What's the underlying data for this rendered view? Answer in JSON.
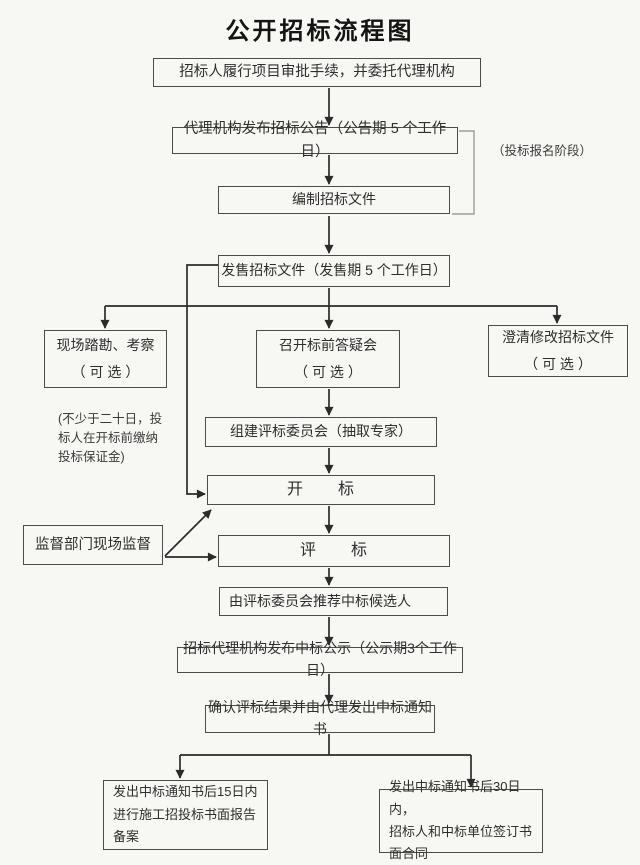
{
  "title": "公开招标流程图",
  "theme": {
    "bg": "#f7f7f4",
    "box-border": "#4c4c4c",
    "line": "#2b2b2b",
    "light-line": "#8d8d8d",
    "text": "#2e2e2e"
  },
  "flowchart": {
    "nodes": {
      "approval": "招标人履行项目审批手续，并委托代理机构",
      "announcement": "代理机构发布招标公告（公告期 5 个工作日）",
      "prepare_docs": "编制招标文件",
      "sell_docs": "发售招标文件（发售期 5 个工作日）",
      "site_visit": "现场踏勘、考察\n（ 可  选 ）",
      "qa_meeting": "召开标前答疑会\n（ 可  选 ）",
      "clarify_docs": "澄清修改招标文件\n（ 可  选 ）",
      "committee": "组建评标委员会（抽取专家）",
      "bid_opening": "开　　标",
      "supervision": "监督部门现场监督",
      "evaluation": "评　　标",
      "recommend": "由评标委员会推荐中标候选人",
      "publicity": "招标代理机构发布中标公示（公示期3个工作日）",
      "confirm_notice": "确认评标结果并由代理发出中标通知书",
      "filing": "发出中标通知书后15日内\n进行施工招投标书面报告\n备案",
      "contract": "发出中标通知书后30日内，\n招标人和中标单位签订书\n面合同"
    },
    "annotations": {
      "registration_phase": "（投标报名阶段）",
      "deposit_note": "(不少于二十日，投\n标人在开标前缴纳\n投标保证金)"
    },
    "edges": [
      [
        "approval",
        "announcement"
      ],
      [
        "announcement",
        "prepare_docs"
      ],
      [
        "prepare_docs",
        "sell_docs"
      ],
      [
        "sell_docs",
        "site_visit"
      ],
      [
        "sell_docs",
        "qa_meeting"
      ],
      [
        "sell_docs",
        "clarify_docs"
      ],
      [
        "sell_docs",
        "bid_opening"
      ],
      [
        "qa_meeting",
        "committee"
      ],
      [
        "committee",
        "bid_opening"
      ],
      [
        "supervision",
        "bid_opening"
      ],
      [
        "supervision",
        "evaluation"
      ],
      [
        "bid_opening",
        "evaluation"
      ],
      [
        "evaluation",
        "recommend"
      ],
      [
        "recommend",
        "publicity"
      ],
      [
        "publicity",
        "confirm_notice"
      ],
      [
        "confirm_notice",
        "filing"
      ],
      [
        "confirm_notice",
        "contract"
      ]
    ]
  }
}
